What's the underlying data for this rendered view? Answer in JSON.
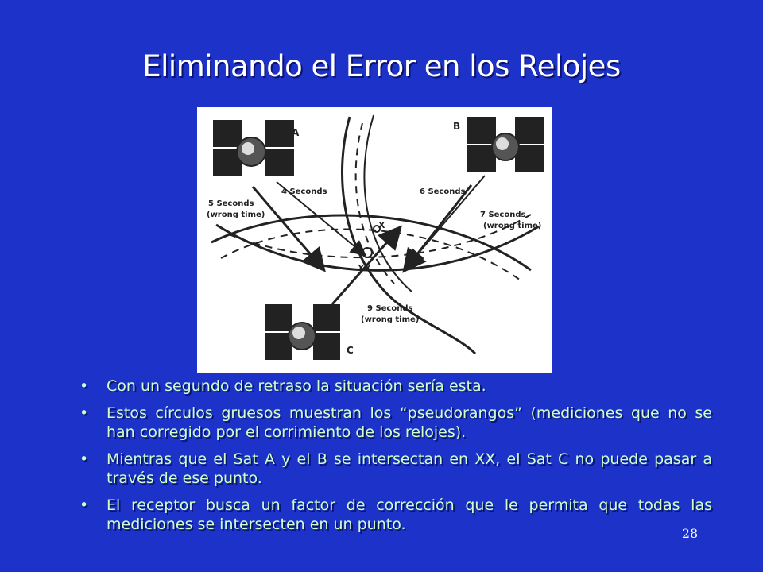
{
  "slide": {
    "title": "Eliminando el Error en los Relojes",
    "page_number": "28"
  },
  "figure": {
    "labels": {
      "sat_a": "A",
      "sat_b": "B",
      "sat_c": "C",
      "a_thin": "4 Seconds",
      "a_thick_1": "5 Seconds",
      "a_thick_2": "(wrong time)",
      "b_thin": "6 Seconds",
      "b_thick_1": "7 Seconds",
      "b_thick_2": "(wrong time)",
      "c_thick_1": "9 Seconds",
      "c_thick_2": "(wrong time)",
      "x": "X",
      "xx": "XX"
    }
  },
  "bullets": [
    {
      "text": "Con un segundo de retraso la situación sería esta."
    },
    {
      "text": "Estos círculos gruesos muestran los “pseudorangos” (mediciones que no se han corregido por el corrimiento de los relojes)."
    },
    {
      "text": "Mientras que el Sat A y el B se intersectan en XX, el Sat C no puede pasar a través de ese punto."
    },
    {
      "text": "El receptor busca un factor de corrección que le permita que todas las mediciones se intersecten en un punto."
    }
  ],
  "colors": {
    "background": "#1c32c8",
    "title": "#ffffff",
    "bullet_text": "#ccffcc"
  }
}
